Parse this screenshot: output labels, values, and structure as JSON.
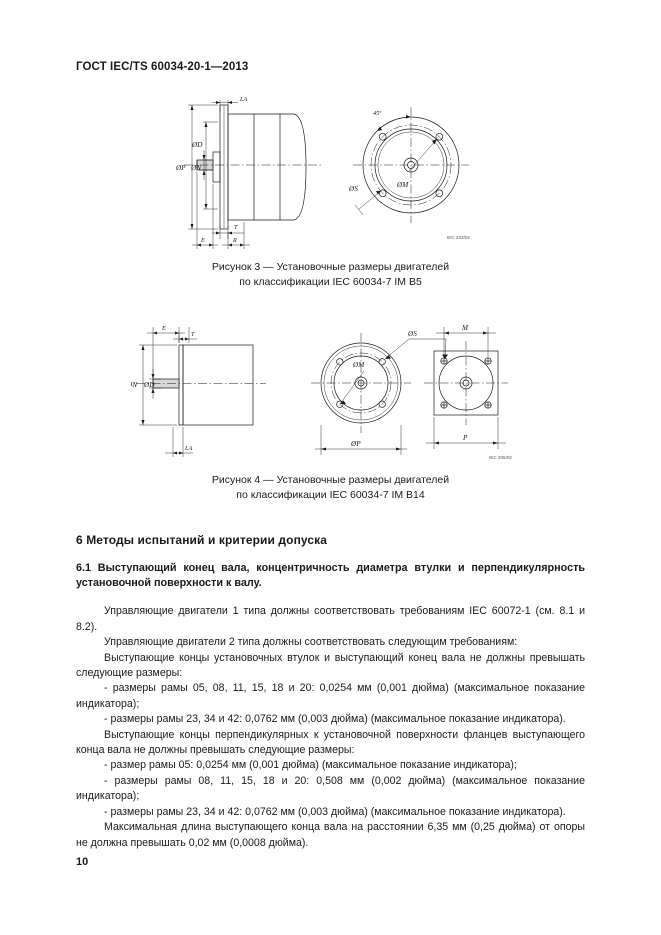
{
  "document": {
    "header": "ГОСТ IEC/TS 60034-20-1—2013",
    "page_number": "10"
  },
  "figure3": {
    "caption_line1": "Рисунок 3 — Установочные размеры двигателей",
    "caption_line2": "по классификации IEC 60034-7 IM B5",
    "iec_ref": "IEC  203/02",
    "labels": {
      "la": "LA",
      "d": "ØD",
      "p": "ØP",
      "n": "ØN",
      "t": "T",
      "e": "E",
      "r": "R",
      "angle": "45º",
      "m": "ØM",
      "s": "ØS"
    }
  },
  "figure4": {
    "caption_line1": "Рисунок 4 — Установочные размеры двигателей",
    "caption_line2": "по классификации IEC 60034-7 IM B14",
    "iec_ref": "IEC  205/02",
    "labels": {
      "e": "E",
      "t": "T",
      "n": "ØN",
      "d": "ØD",
      "la": "LA",
      "s": "ØS",
      "m_dia": "ØM",
      "p_dia": "ØP",
      "m": "M",
      "p": "P"
    }
  },
  "section": {
    "number_title": "6 Методы испытаний и критерии допуска",
    "subsection": "6.1 Выступающий конец вала, концентричность диаметра втулки и перпендикулярность установочной поверхности к валу.",
    "paragraphs": [
      "Управляющие двигатели 1 типа должны соответствовать требованиям IEC 60072-1 (см. 8.1 и 8.2).",
      "Управляющие двигатели 2 типа должны соответствовать следующим требованиям:",
      "Выступающие концы установочных втулок и выступающий конец вала не должны превышать следующие размеры:",
      "- размеры рамы 05, 08, 11, 15, 18 и 20: 0,0254 мм (0,001 дюйма) (максимальное показание индикатора);",
      "- размеры рамы 23, 34 и 42: 0,0762 мм (0,003 дюйма) (максимальное показание индикатора).",
      "Выступающие концы перпендикулярных к установочной поверхности фланцев выступающего конца вала не должны превышать следующие размеры:",
      "- размер рамы 05: 0,0254 мм (0,001 дюйма) (максимальное показание индикатора);",
      "- размеры рамы 08, 11, 15, 18 и 20: 0,508 мм (0,002 дюйма) (максимальное показание индикатора);",
      "- размеры рамы 23, 34 и 42: 0,0762 мм (0,003 дюйма) (максимальное показание индикатора).",
      "Максимальная длина выступающего конца вала на расстоянии 6,35 мм (0,25 дюйма) от опоры не должна превышать 0,02 мм (0,0008 дюйма)."
    ]
  }
}
